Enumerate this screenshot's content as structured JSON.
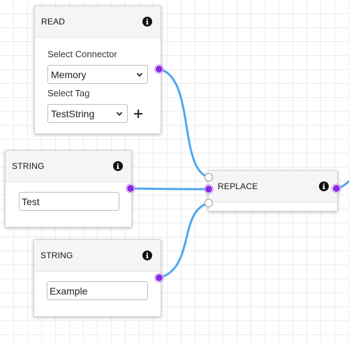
{
  "colors": {
    "wire": "#4fa6f0",
    "port_connected": "#8a2be2",
    "port_empty_border": "#9a9a9a",
    "grid": "#ececec"
  },
  "nodes": {
    "read": {
      "title": "READ",
      "icon": "info-icon",
      "connector_label": "Select Connector",
      "connector_value": "Memory",
      "tag_label": "Select Tag",
      "tag_value": "TestString",
      "add_icon": "plus-icon"
    },
    "string1": {
      "title": "STRING",
      "icon": "info-icon",
      "value": "Test"
    },
    "string2": {
      "title": "STRING",
      "icon": "info-icon",
      "value": "Example"
    },
    "replace": {
      "title": "REPLACE",
      "icon": "info-icon"
    }
  }
}
